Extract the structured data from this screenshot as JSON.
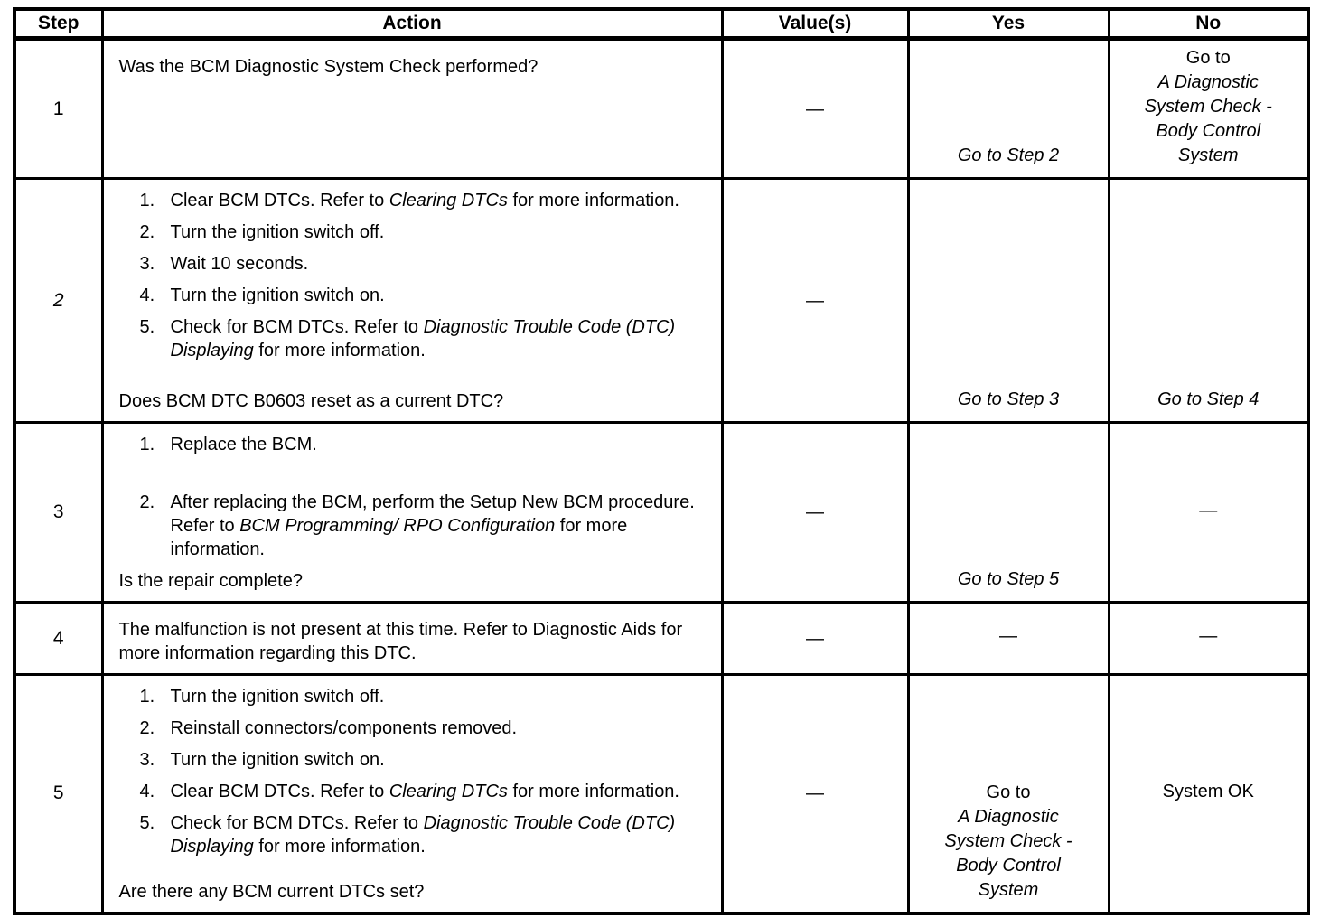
{
  "colors": {
    "text": "#000000",
    "background": "#ffffff",
    "border": "#000000"
  },
  "table": {
    "headers": [
      "Step",
      "Action",
      "Value(s)",
      "Yes",
      "No"
    ],
    "dash": "—",
    "rows": [
      {
        "step": {
          "t": "1",
          "i": false
        },
        "action": {
          "items": [],
          "question": "Was the BCM Diagnostic System Check performed?",
          "question_bottom": false
        },
        "value": "—",
        "yes": {
          "align": "bottom",
          "lines": [
            {
              "t": "Go to Step 2",
              "i": true
            }
          ]
        },
        "no": {
          "align": "bottom",
          "lines": [
            {
              "t": "Go to",
              "i": false
            },
            {
              "t": "A Diagnostic",
              "i": true
            },
            {
              "t": "System Check -",
              "i": true
            },
            {
              "t": "Body Control",
              "i": true
            },
            {
              "t": "System",
              "i": true
            }
          ]
        }
      },
      {
        "step": {
          "t": "2",
          "i": true
        },
        "action": {
          "items": [
            {
              "num": "1.",
              "gap_before": false,
              "segs": [
                {
                  "t": "Clear BCM DTCs. Refer to ",
                  "i": false
                },
                {
                  "t": "Clearing DTCs",
                  "i": true
                },
                {
                  "t": " for more information.",
                  "i": false
                }
              ]
            },
            {
              "num": "2.",
              "gap_before": false,
              "segs": [
                {
                  "t": "Turn the ignition switch off.",
                  "i": false
                }
              ]
            },
            {
              "num": "3.",
              "gap_before": false,
              "segs": [
                {
                  "t": "Wait 10 seconds.",
                  "i": false
                }
              ]
            },
            {
              "num": "4.",
              "gap_before": false,
              "segs": [
                {
                  "t": "Turn the ignition switch on.",
                  "i": false
                }
              ]
            },
            {
              "num": "5.",
              "gap_before": false,
              "segs": [
                {
                  "t": "Check for BCM DTCs. Refer to ",
                  "i": false
                },
                {
                  "t": "Diagnostic Trouble Code (DTC) Displaying",
                  "i": true
                },
                {
                  "t": " for more information.",
                  "i": false
                }
              ]
            }
          ],
          "question": "Does BCM DTC B0603 reset as a current DTC?",
          "question_bottom": true
        },
        "value": "—",
        "yes": {
          "align": "bottom",
          "lines": [
            {
              "t": "Go to Step 3",
              "i": true
            }
          ]
        },
        "no": {
          "align": "bottom",
          "lines": [
            {
              "t": "Go to Step 4",
              "i": true
            }
          ]
        }
      },
      {
        "step": {
          "t": "3",
          "i": false
        },
        "action": {
          "items": [
            {
              "num": "1.",
              "gap_before": false,
              "segs": [
                {
                  "t": "Replace the BCM.",
                  "i": false
                }
              ]
            },
            {
              "num": "2.",
              "gap_before": true,
              "segs": [
                {
                  "t": "After replacing the BCM, perform the Setup New BCM procedure. Refer to ",
                  "i": false
                },
                {
                  "t": "BCM Programming/ RPO Configuration",
                  "i": true
                },
                {
                  "t": " for more information.",
                  "i": false
                }
              ]
            }
          ],
          "question": "Is the repair complete?",
          "question_bottom": true
        },
        "value": "—",
        "yes": {
          "align": "bottom",
          "lines": [
            {
              "t": "Go to Step 5",
              "i": true
            }
          ]
        },
        "no": {
          "align": "center",
          "lines": [
            {
              "t": "—",
              "i": false
            }
          ]
        }
      },
      {
        "step": {
          "t": "4",
          "i": false
        },
        "action": {
          "items": [],
          "question": "The malfunction is not present at this time. Refer to Diagnostic Aids for more information regarding this DTC.",
          "question_bottom": false
        },
        "value": "—",
        "yes": {
          "align": "center",
          "lines": [
            {
              "t": "—",
              "i": false
            }
          ]
        },
        "no": {
          "align": "center",
          "lines": [
            {
              "t": "—",
              "i": false
            }
          ]
        }
      },
      {
        "step": {
          "t": "5",
          "i": false
        },
        "action": {
          "items": [
            {
              "num": "1.",
              "gap_before": false,
              "segs": [
                {
                  "t": "Turn the ignition switch off.",
                  "i": false
                }
              ]
            },
            {
              "num": "2.",
              "gap_before": false,
              "segs": [
                {
                  "t": "Reinstall connectors/components removed.",
                  "i": false
                }
              ]
            },
            {
              "num": "3.",
              "gap_before": false,
              "segs": [
                {
                  "t": "Turn the ignition switch on.",
                  "i": false
                }
              ]
            },
            {
              "num": "4.",
              "gap_before": false,
              "segs": [
                {
                  "t": "Clear BCM DTCs. Refer to ",
                  "i": false
                },
                {
                  "t": "Clearing DTCs",
                  "i": true
                },
                {
                  "t": " for more information.",
                  "i": false
                }
              ]
            },
            {
              "num": "5.",
              "gap_before": false,
              "segs": [
                {
                  "t": "Check for BCM DTCs. Refer to ",
                  "i": false
                },
                {
                  "t": "Diagnostic Trouble Code (DTC) Displaying",
                  "i": true
                },
                {
                  "t": " for more information.",
                  "i": false
                }
              ]
            }
          ],
          "question": "Are there any BCM current DTCs set?",
          "question_bottom": true
        },
        "value": "—",
        "yes": {
          "align": "bottom",
          "lines": [
            {
              "t": "Go to",
              "i": false
            },
            {
              "t": "A Diagnostic",
              "i": true
            },
            {
              "t": "System Check -",
              "i": true
            },
            {
              "t": "Body Control",
              "i": true
            },
            {
              "t": "System",
              "i": true
            }
          ]
        },
        "no": {
          "align": "center",
          "lines": [
            {
              "t": "System OK",
              "i": false
            }
          ]
        }
      }
    ]
  }
}
